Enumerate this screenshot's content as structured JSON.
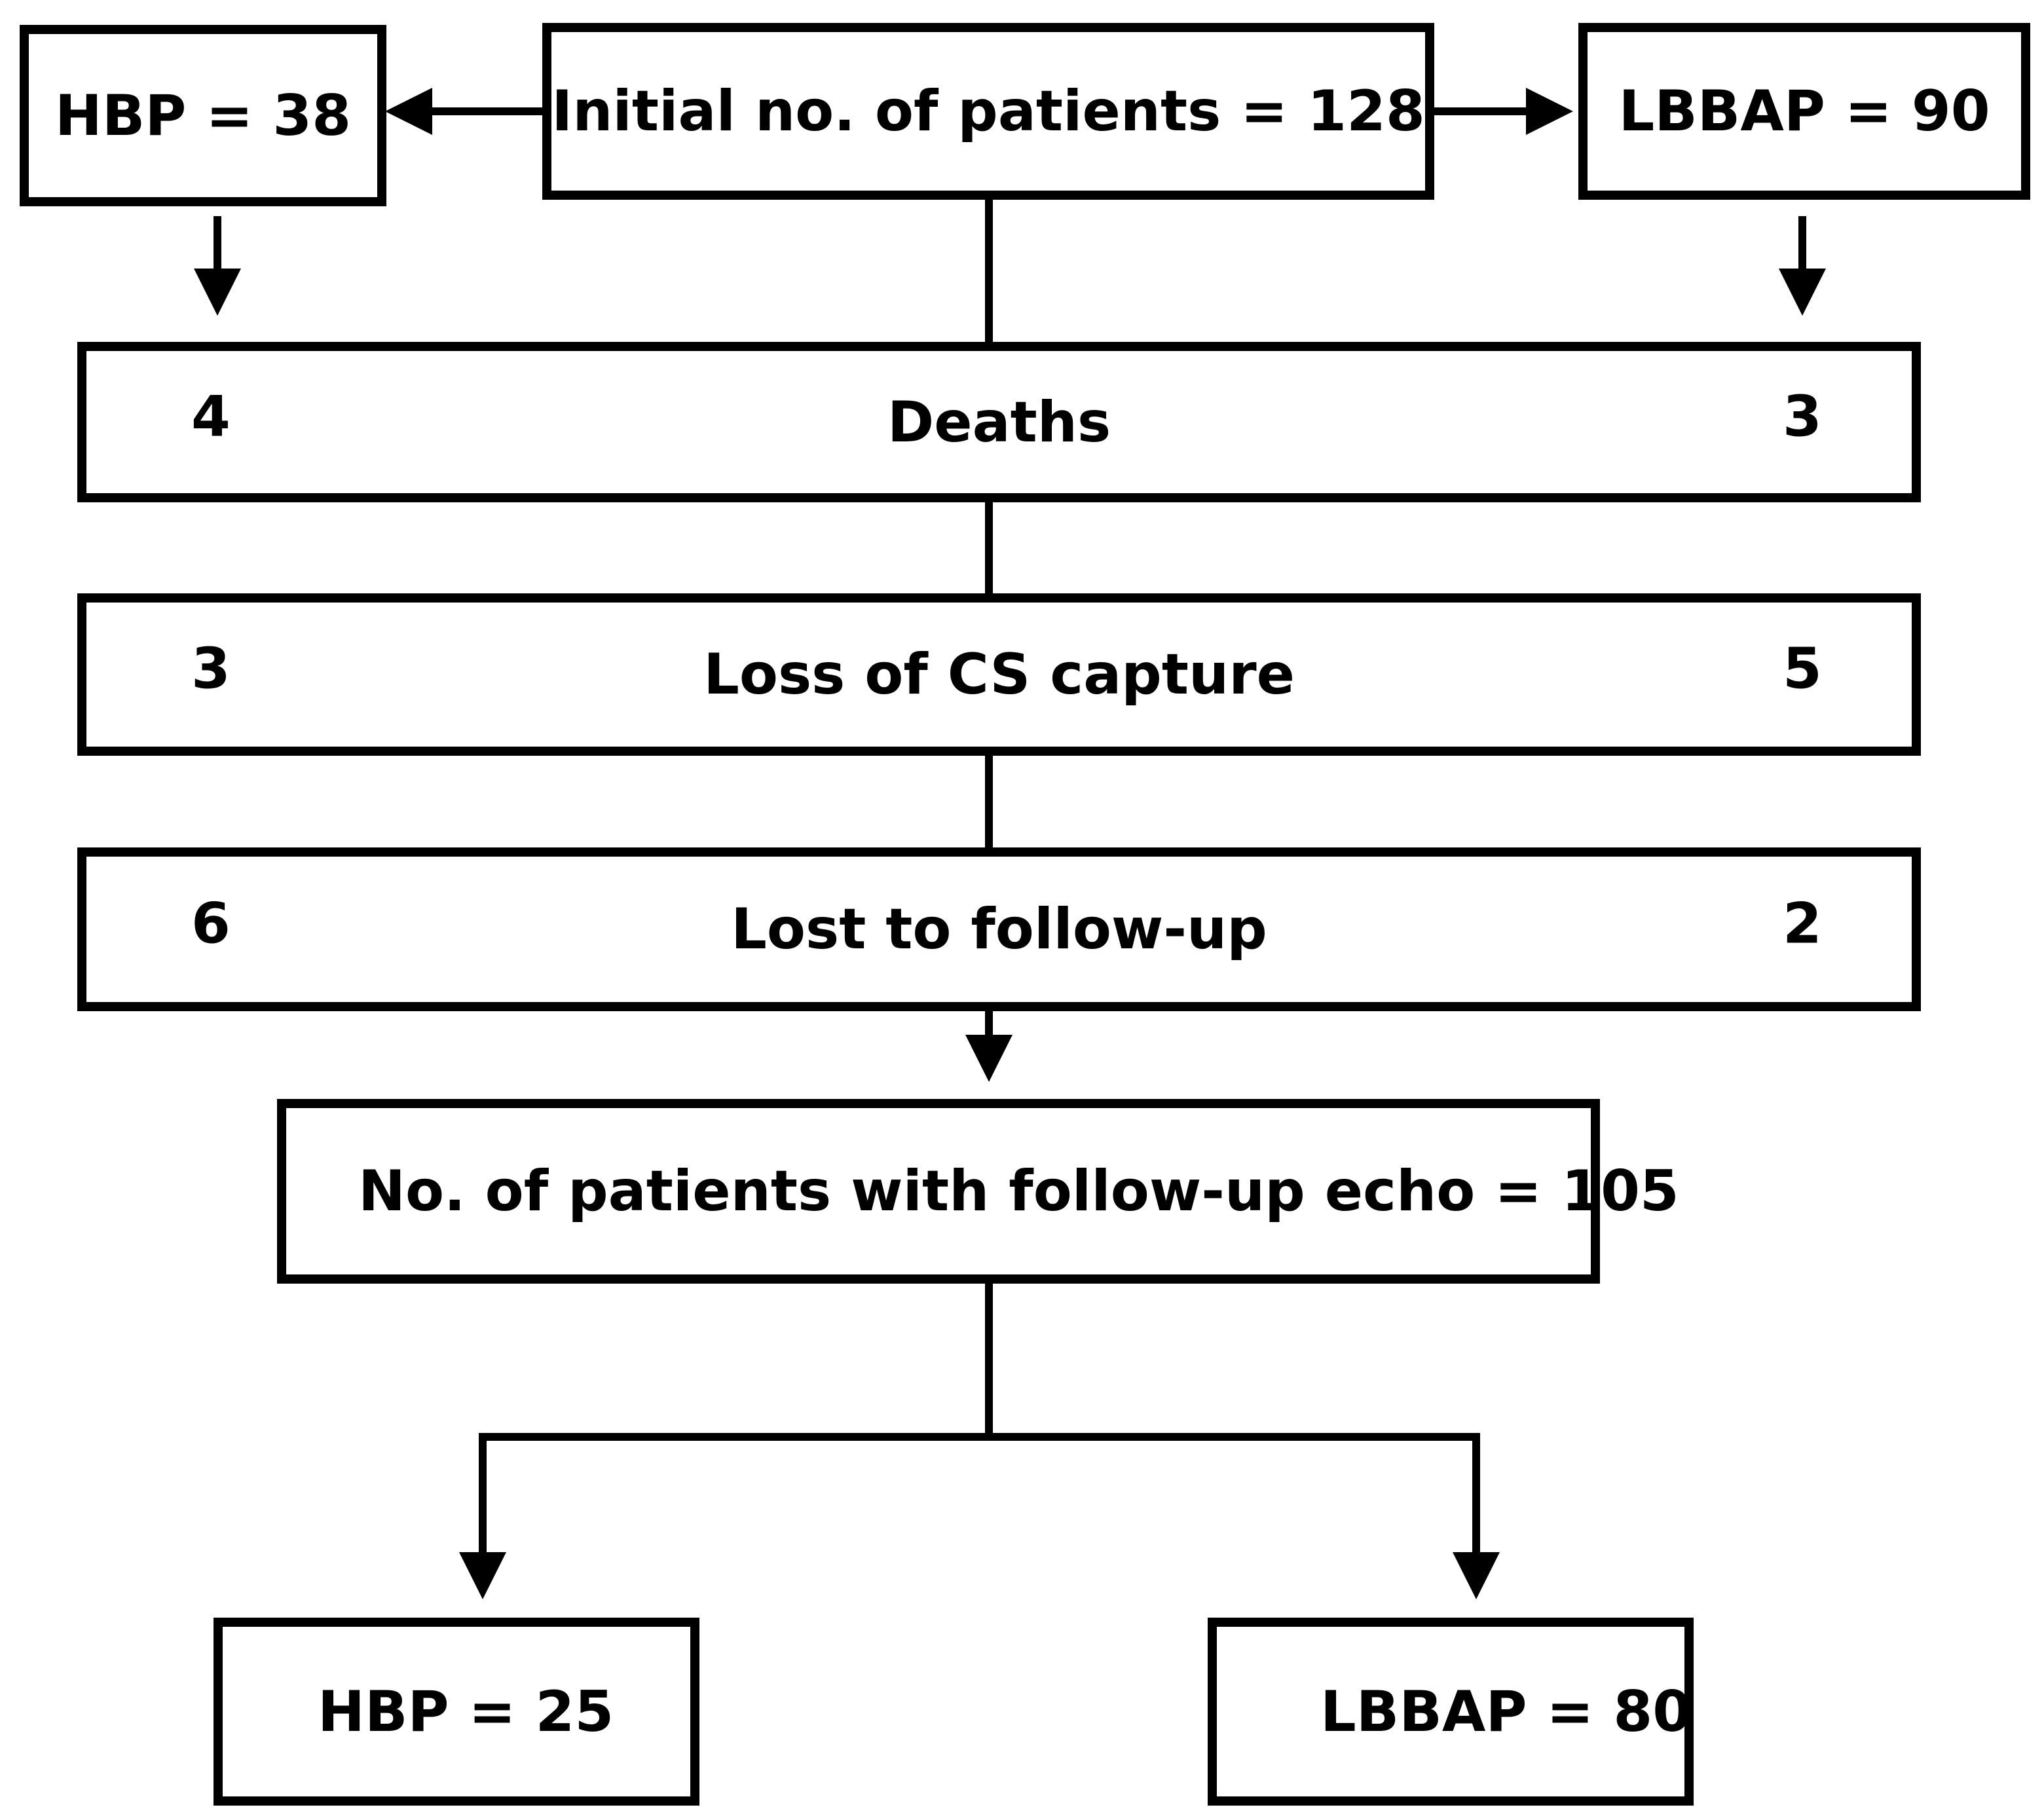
{
  "flowchart": {
    "initial": {
      "label": "Initial no. of patients = 128"
    },
    "hbp_start": {
      "label": "HBP = 38"
    },
    "lbbap_start": {
      "label": "LBBAP = 90"
    },
    "deaths": {
      "label": "Deaths",
      "hbp_count": "4",
      "lbbap_count": "3"
    },
    "loss_cs": {
      "label": "Loss of CS capture",
      "hbp_count": "3",
      "lbbap_count": "5"
    },
    "lost_followup": {
      "label": "Lost to follow-up",
      "hbp_count": "6",
      "lbbap_count": "2"
    },
    "followup_echo": {
      "label": "No. of patients with follow-up echo = 105"
    },
    "hbp_end": {
      "label": "HBP = 25"
    },
    "lbbap_end": {
      "label": "LBBAP = 80"
    }
  }
}
